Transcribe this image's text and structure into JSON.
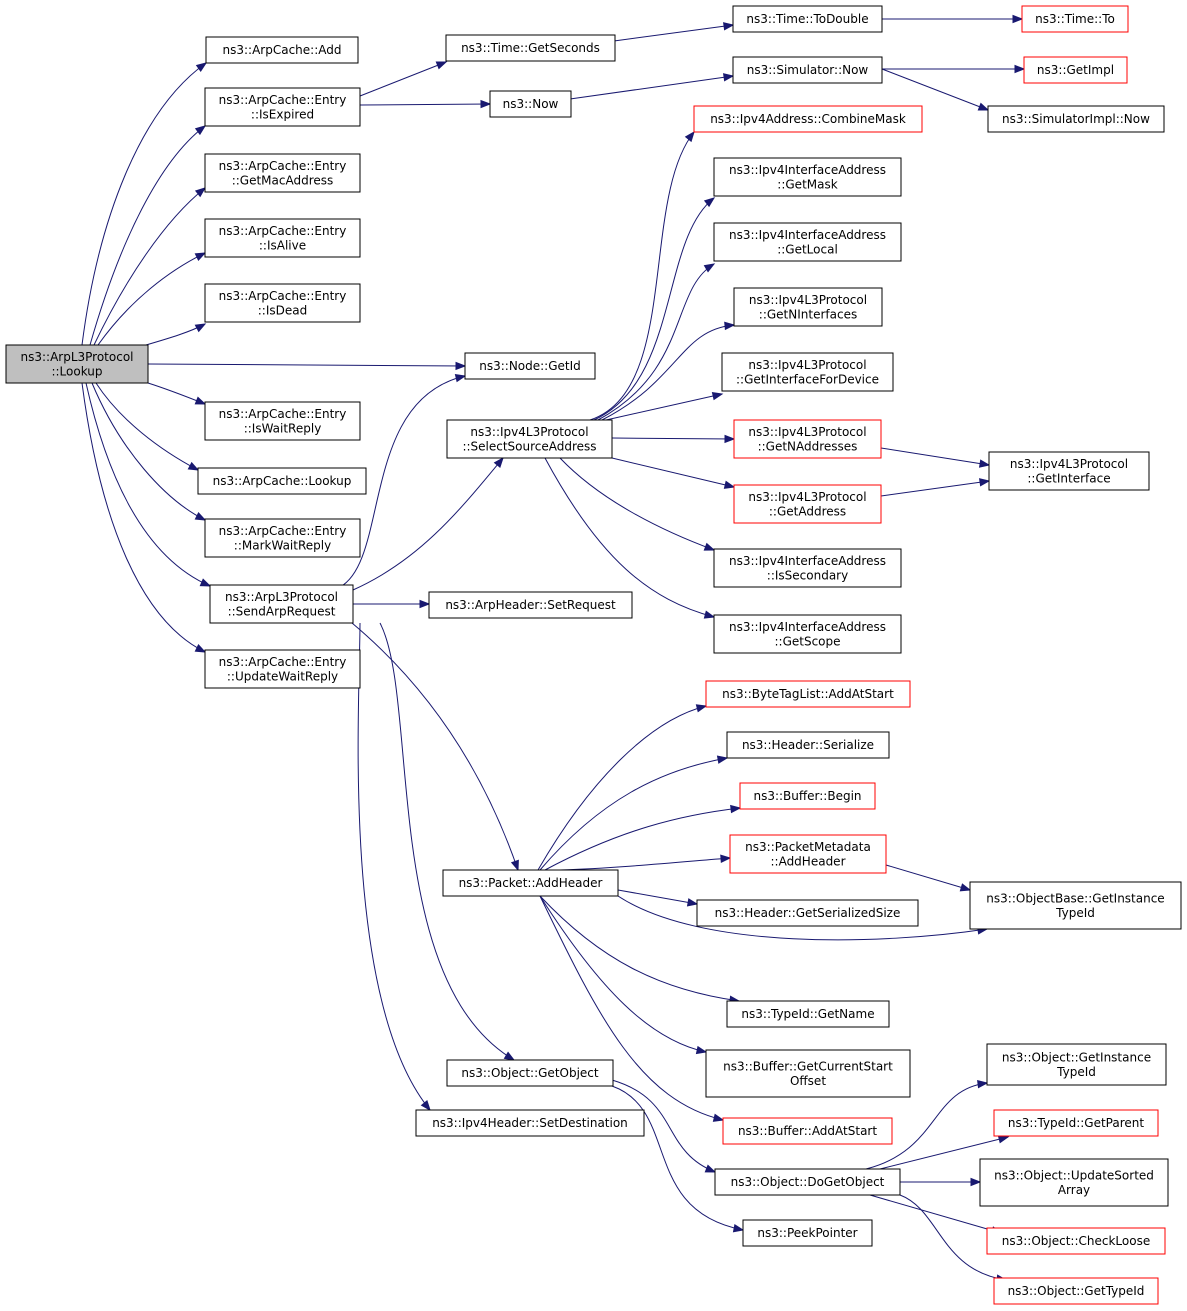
{
  "diagram": {
    "nodes": {
      "root": {
        "lines": [
          "ns3::ArpL3Protocol",
          "::Lookup"
        ]
      },
      "arpcache_add": {
        "lines": [
          "ns3::ArpCache::Add"
        ]
      },
      "entry_isexpired": {
        "lines": [
          "ns3::ArpCache::Entry",
          "::IsExpired"
        ]
      },
      "entry_getmac": {
        "lines": [
          "ns3::ArpCache::Entry",
          "::GetMacAddress"
        ]
      },
      "entry_isalive": {
        "lines": [
          "ns3::ArpCache::Entry",
          "::IsAlive"
        ]
      },
      "entry_isdead": {
        "lines": [
          "ns3::ArpCache::Entry",
          "::IsDead"
        ]
      },
      "entry_iswaitreply": {
        "lines": [
          "ns3::ArpCache::Entry",
          "::IsWaitReply"
        ]
      },
      "arpcache_lookup": {
        "lines": [
          "ns3::ArpCache::Lookup"
        ]
      },
      "entry_markwaitreply": {
        "lines": [
          "ns3::ArpCache::Entry",
          "::MarkWaitReply"
        ]
      },
      "sendarprequest": {
        "lines": [
          "ns3::ArpL3Protocol",
          "::SendArpRequest"
        ]
      },
      "entry_updatewaitreply": {
        "lines": [
          "ns3::ArpCache::Entry",
          "::UpdateWaitReply"
        ]
      },
      "time_getseconds": {
        "lines": [
          "ns3::Time::GetSeconds"
        ]
      },
      "ns3_now": {
        "lines": [
          "ns3::Now"
        ]
      },
      "time_todouble": {
        "lines": [
          "ns3::Time::ToDouble"
        ]
      },
      "time_to": {
        "lines": [
          "ns3::Time::To"
        ]
      },
      "simulator_now": {
        "lines": [
          "ns3::Simulator::Now"
        ]
      },
      "getimpl": {
        "lines": [
          "ns3::GetImpl"
        ]
      },
      "simulatorimpl_now": {
        "lines": [
          "ns3::SimulatorImpl::Now"
        ]
      },
      "node_getid": {
        "lines": [
          "ns3::Node::GetId"
        ]
      },
      "selectsourceaddress": {
        "lines": [
          "ns3::Ipv4L3Protocol",
          "::SelectSourceAddress"
        ]
      },
      "combinemask": {
        "lines": [
          "ns3::Ipv4Address::CombineMask"
        ]
      },
      "ifaddr_getmask": {
        "lines": [
          "ns3::Ipv4InterfaceAddress",
          "::GetMask"
        ]
      },
      "ifaddr_getlocal": {
        "lines": [
          "ns3::Ipv4InterfaceAddress",
          "::GetLocal"
        ]
      },
      "getninterfaces": {
        "lines": [
          "ns3::Ipv4L3Protocol",
          "::GetNInterfaces"
        ]
      },
      "getinterfacefordevice": {
        "lines": [
          "ns3::Ipv4L3Protocol",
          "::GetInterfaceForDevice"
        ]
      },
      "getnaddresses": {
        "lines": [
          "ns3::Ipv4L3Protocol",
          "::GetNAddresses"
        ]
      },
      "getaddress": {
        "lines": [
          "ns3::Ipv4L3Protocol",
          "::GetAddress"
        ]
      },
      "getinterface": {
        "lines": [
          "ns3::Ipv4L3Protocol",
          "::GetInterface"
        ]
      },
      "ifaddr_issecondary": {
        "lines": [
          "ns3::Ipv4InterfaceAddress",
          "::IsSecondary"
        ]
      },
      "ifaddr_getscope": {
        "lines": [
          "ns3::Ipv4InterfaceAddress",
          "::GetScope"
        ]
      },
      "arpheader_setrequest": {
        "lines": [
          "ns3::ArpHeader::SetRequest"
        ]
      },
      "bytetaglist_addatstart": {
        "lines": [
          "ns3::ByteTagList::AddAtStart"
        ]
      },
      "header_serialize": {
        "lines": [
          "ns3::Header::Serialize"
        ]
      },
      "buffer_begin": {
        "lines": [
          "ns3::Buffer::Begin"
        ]
      },
      "packetmetadata_addheader": {
        "lines": [
          "ns3::PacketMetadata",
          "::AddHeader"
        ]
      },
      "packet_addheader": {
        "lines": [
          "ns3::Packet::AddHeader"
        ]
      },
      "header_getserializedsize": {
        "lines": [
          "ns3::Header::GetSerializedSize"
        ]
      },
      "objectbase_getinstancetypeid": {
        "lines": [
          "ns3::ObjectBase::GetInstance",
          "TypeId"
        ]
      },
      "typeid_getname": {
        "lines": [
          "ns3::TypeId::GetName"
        ]
      },
      "buffer_getcurrentstartoffset": {
        "lines": [
          "ns3::Buffer::GetCurrentStart",
          "Offset"
        ]
      },
      "buffer_addatstart": {
        "lines": [
          "ns3::Buffer::AddAtStart"
        ]
      },
      "object_getobject": {
        "lines": [
          "ns3::Object::GetObject"
        ]
      },
      "ipv4header_setdestination": {
        "lines": [
          "ns3::Ipv4Header::SetDestination"
        ]
      },
      "object_dogetobject": {
        "lines": [
          "ns3::Object::DoGetObject"
        ]
      },
      "peekpointer": {
        "lines": [
          "ns3::PeekPointer"
        ]
      },
      "object_getinstancetypeid": {
        "lines": [
          "ns3::Object::GetInstance",
          "TypeId"
        ]
      },
      "typeid_getparent": {
        "lines": [
          "ns3::TypeId::GetParent"
        ]
      },
      "object_updatesortedarray": {
        "lines": [
          "ns3::Object::UpdateSorted",
          "Array"
        ]
      },
      "object_checkloose": {
        "lines": [
          "ns3::Object::CheckLoose"
        ]
      },
      "object_gettypeid": {
        "lines": [
          "ns3::Object::GetTypeId"
        ]
      }
    },
    "colors": {
      "edge": "#191970",
      "root_fill": "#bfbfbf",
      "normal_border": "#000000",
      "undocumented_border": "#ff0000"
    }
  }
}
